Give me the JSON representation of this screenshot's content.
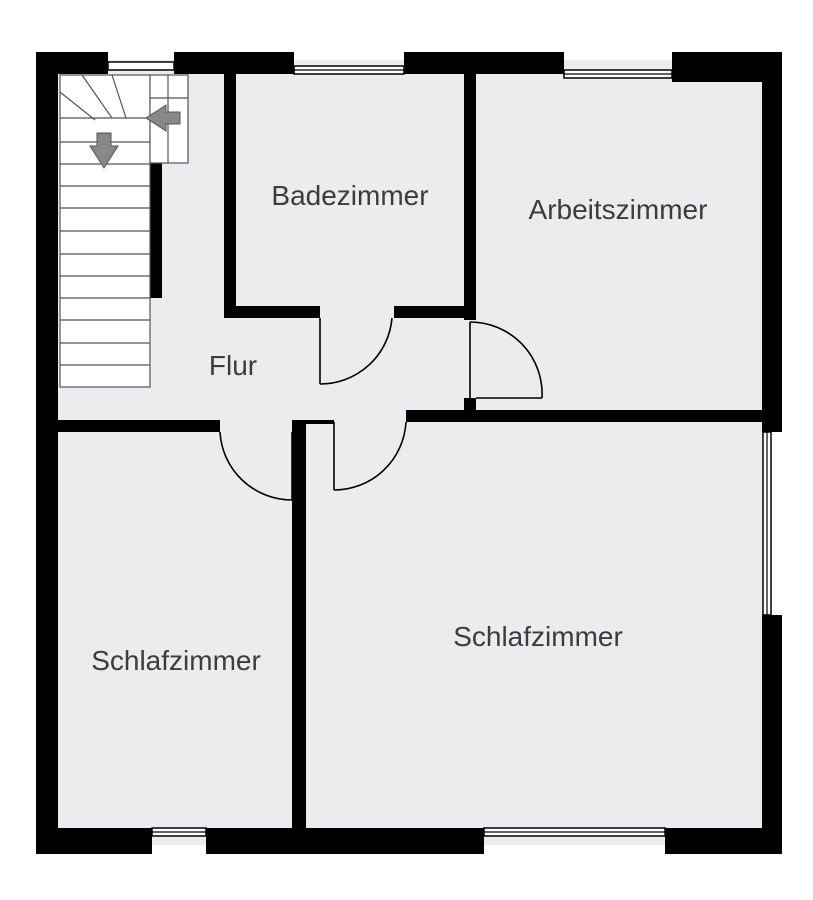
{
  "floor_plan": {
    "rooms": {
      "badezimmer": "Badezimmer",
      "arbeitszimmer": "Arbeitszimmer",
      "flur": "Flur",
      "schlafzimmer_left": "Schlafzimmer",
      "schlafzimmer_right": "Schlafzimmer"
    },
    "colors": {
      "floor": "#ececee",
      "wall": "#000000",
      "label": "#3c3c3c",
      "arrow": "#888888"
    },
    "icons": [
      "stair-down-arrow-icon",
      "stair-left-arrow-icon"
    ]
  }
}
